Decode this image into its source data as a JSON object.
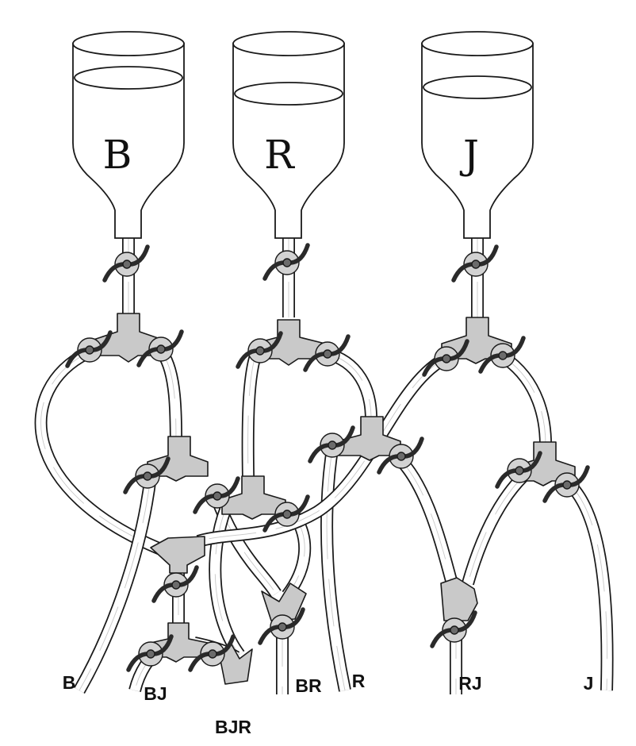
{
  "flasks": [
    {
      "letter": "B"
    },
    {
      "letter": "R"
    },
    {
      "letter": "J"
    }
  ],
  "outputs": [
    {
      "label": "B"
    },
    {
      "label": "BJ"
    },
    {
      "label": "BJR"
    },
    {
      "label": "BR"
    },
    {
      "label": "R"
    },
    {
      "label": "RJ"
    },
    {
      "label": "J"
    }
  ],
  "colors": {
    "ink": "#1a1a1a",
    "junction_fill": "#c9c9c9",
    "clamp_fill": "#d2d2d2",
    "clamp_hub": "#6b6b6b"
  },
  "icons": [
    "flask-icon",
    "clamp-icon",
    "y-junction-icon",
    "tube-icon"
  ]
}
